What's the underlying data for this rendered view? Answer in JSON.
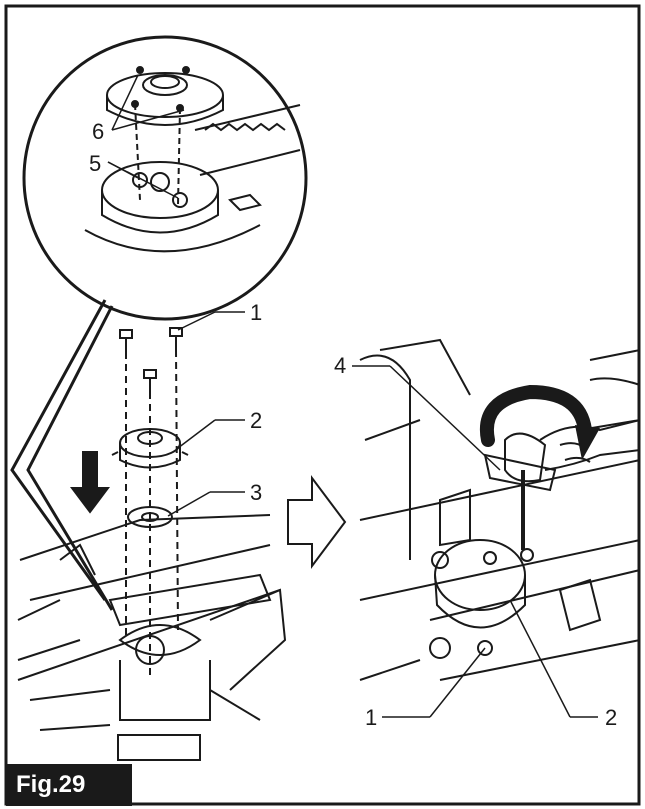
{
  "figure": {
    "label": "Fig.29"
  },
  "callouts": {
    "zoom": {
      "c6": "6",
      "c5": "5"
    },
    "left": {
      "c1": "1",
      "c2": "2",
      "c3": "3"
    },
    "right": {
      "c4": "4",
      "c1": "1",
      "c2": "2"
    }
  },
  "colors": {
    "ink": "#1a1a1a",
    "tag_bg": "#1a1a1a",
    "tag_text": "#ffffff",
    "paper": "#ffffff"
  }
}
